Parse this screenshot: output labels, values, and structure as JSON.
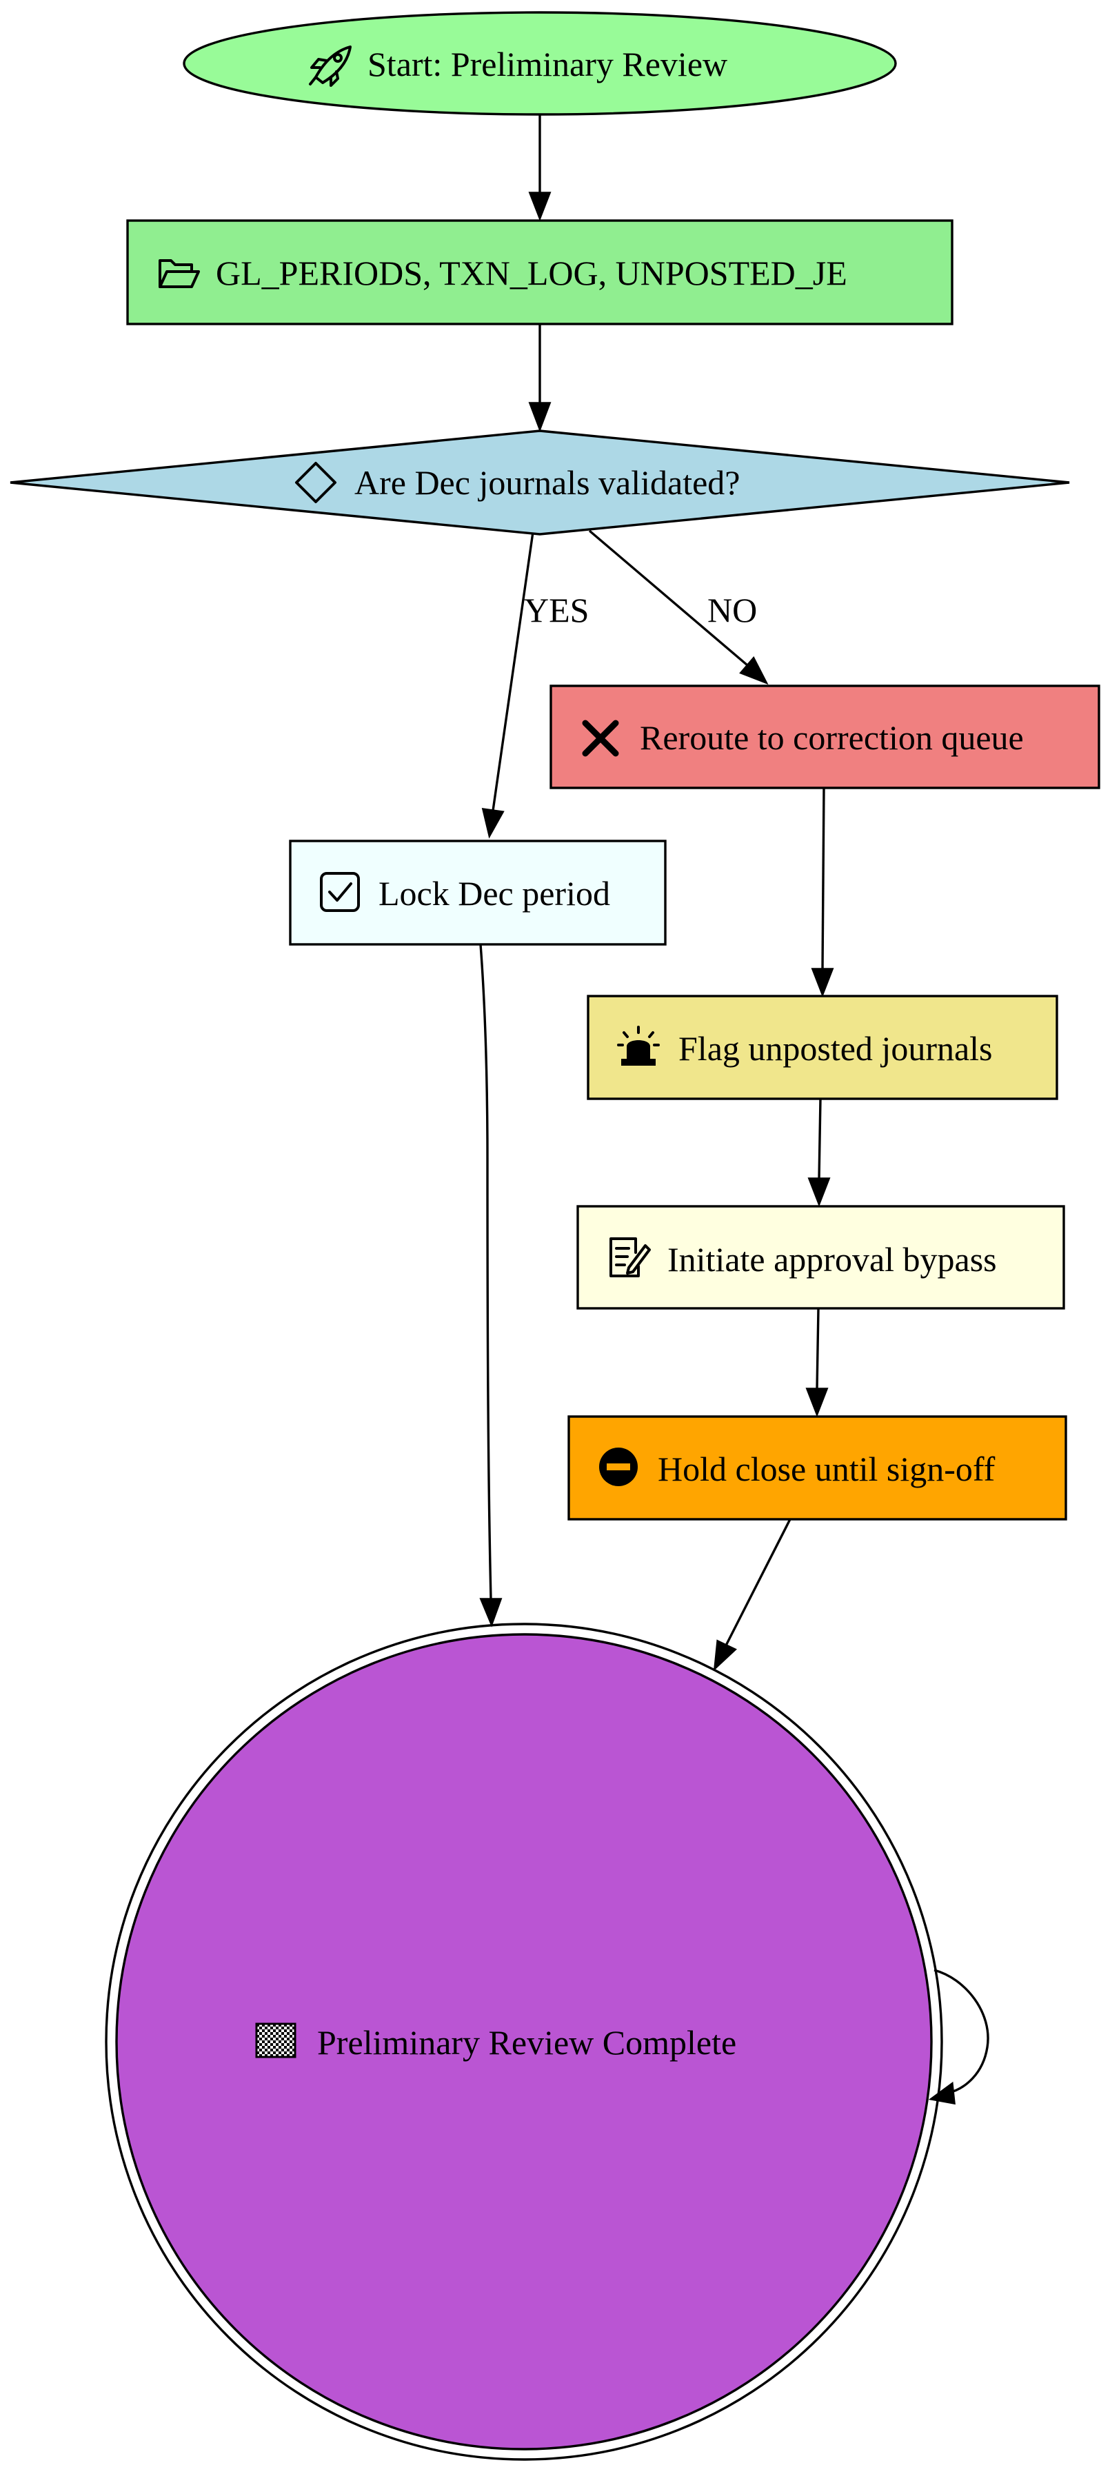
{
  "diagram": {
    "nodes": {
      "start": {
        "label": "Start: Preliminary Review",
        "icon": "rocket-icon",
        "fill": "#98fb98"
      },
      "data_sources": {
        "label": "GL_PERIODS, TXN_LOG, UNPOSTED_JE",
        "icon": "folder-open-icon",
        "fill": "#90ee90"
      },
      "decision": {
        "label": "Are Dec journals validated?",
        "icon": "diamond-icon",
        "fill": "#add8e6"
      },
      "reroute": {
        "label": "Reroute to correction queue",
        "icon": "x-mark-icon",
        "fill": "#f08080"
      },
      "lock_period": {
        "label": "Lock Dec period",
        "icon": "check-box-icon",
        "fill": "#f0ffff"
      },
      "flag_unposted": {
        "label": "Flag unposted journals",
        "icon": "siren-icon",
        "fill": "#f0e68c"
      },
      "approval_bypass": {
        "label": "Initiate approval bypass",
        "icon": "memo-icon",
        "fill": "#ffffe0"
      },
      "hold_close": {
        "label": "Hold close until sign-off",
        "icon": "no-entry-icon",
        "fill": "#ffa500"
      },
      "complete": {
        "label": "Preliminary Review Complete",
        "icon": "checkered-flag-icon",
        "fill": "#ba55d3"
      }
    },
    "edges": {
      "yes_label": "YES",
      "no_label": "NO"
    }
  }
}
